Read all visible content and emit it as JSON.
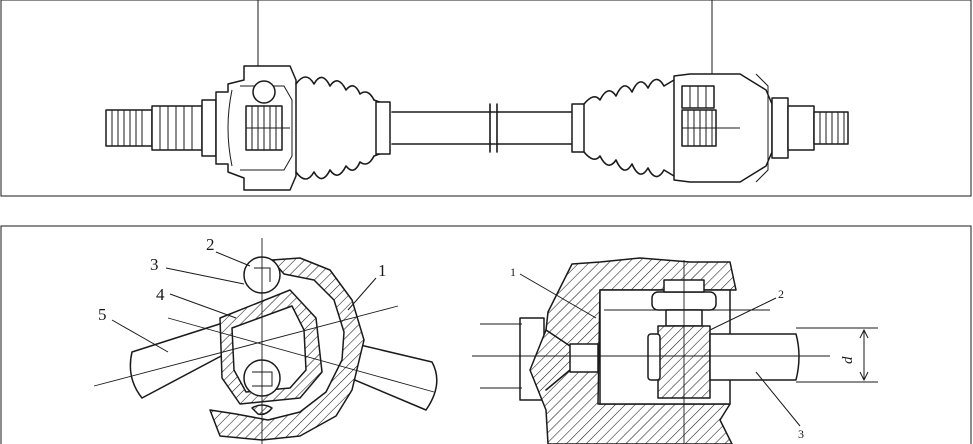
{
  "callouts": {
    "left_joint": [
      "1",
      "2",
      "3",
      "4",
      "5"
    ],
    "right_joint": [
      "1",
      "2",
      "3"
    ]
  },
  "dimension_label": "d"
}
